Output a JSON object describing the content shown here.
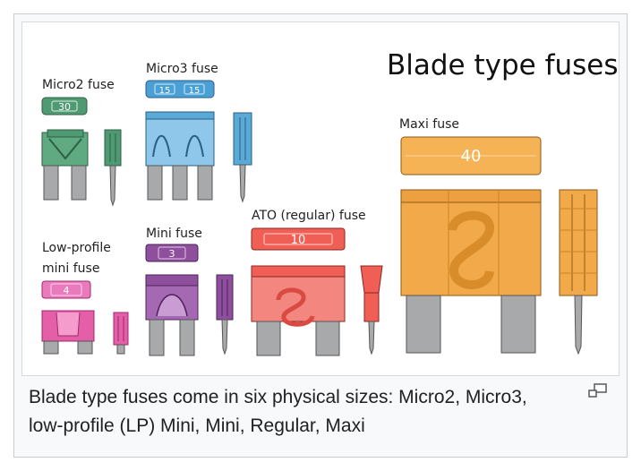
{
  "figure": {
    "title": "Blade type fuses",
    "labels": {
      "micro2": "Micro2 fuse",
      "micro3": "Micro3 fuse",
      "lp_mini_line1": "Low-profile",
      "lp_mini_line2": "mini fuse",
      "mini": "Mini fuse",
      "ato": "ATO (regular) fuse",
      "maxi": "Maxi fuse"
    },
    "ratings": {
      "micro2": "30",
      "micro3_left": "15",
      "micro3_right": "15",
      "lp_mini": "4",
      "mini": "3",
      "ato": "10",
      "maxi": "40"
    },
    "colors": {
      "micro2": "#4f9a73",
      "micro3": "#5aaad6",
      "lp_mini": "#e45ea8",
      "mini": "#8e4f9c",
      "ato": "#ef5f55",
      "maxi": "#f2a94a",
      "blade": "#a8a9ab"
    }
  },
  "caption": {
    "text": "Blade type fuses come in six physical sizes: Micro2, Micro3, low-profile (LP) Mini, Mini, Regular, Maxi"
  },
  "icons": {
    "enlarge": "magnify-clip-icon"
  }
}
